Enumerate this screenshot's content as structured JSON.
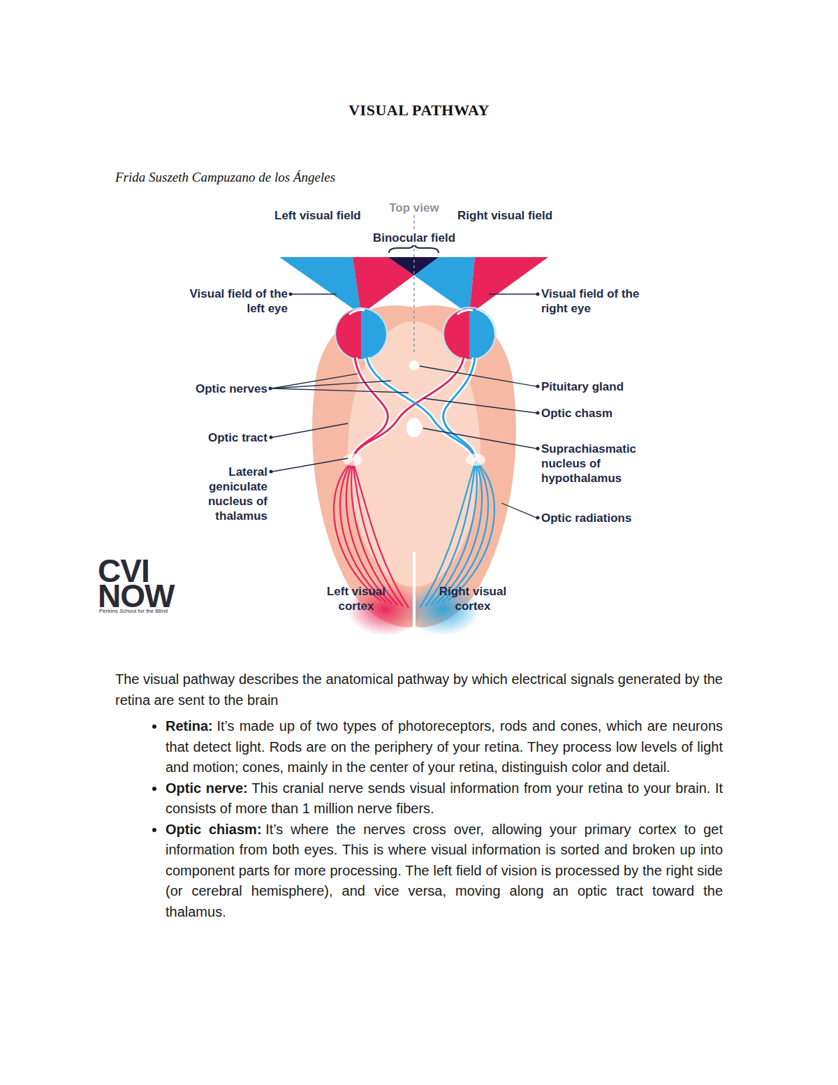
{
  "diagram": {
    "title": "VISUAL PATHWAY",
    "labels": [
      "Frida Suszeth Campuzano de los Ángeles",
      "Top view",
      "Left visual field",
      "Right visual field",
      "Binocular field",
      "Visual field of the left eye",
      "Visual field of the right eye",
      "Optic nerves",
      "Pituitary gland",
      "Optic chasm",
      "Optic tract",
      "Suprachiasmatic nucleus of hypothalamus",
      "Lateral geniculate nucleus of thalamus",
      "Optic radiations",
      "Left visual cortex",
      "Right visual cortex",
      "CVI",
      "NOW",
      "Perkins School for the Blind",
      "The visual pathway describes the anatomical pathway by which electrical signals generated by the retina are sent to the brain",
      "Retina:",
      "It’s made up of two types of photoreceptors, rods and cones, which are neurons that detect light. Rods are on the periphery of your retina. They process low levels of light and motion; cones, mainly in the center of your retina, distinguish color and detail.",
      "Optic nerve:",
      "This cranial nerve sends visual information from your retina to your brain. It consists of more than 1 million nerve fibers.",
      "Optic chiasm:",
      "It’s where the nerves cross over, allowing your primary cortex to get information from both eyes. This is where visual information is sorted and broken up into component parts for more processing. The left field of vision is processed by the right side (or cerebral hemisphere), and vice versa, moving along an optic tract toward the thalamus."
    ]
  }
}
